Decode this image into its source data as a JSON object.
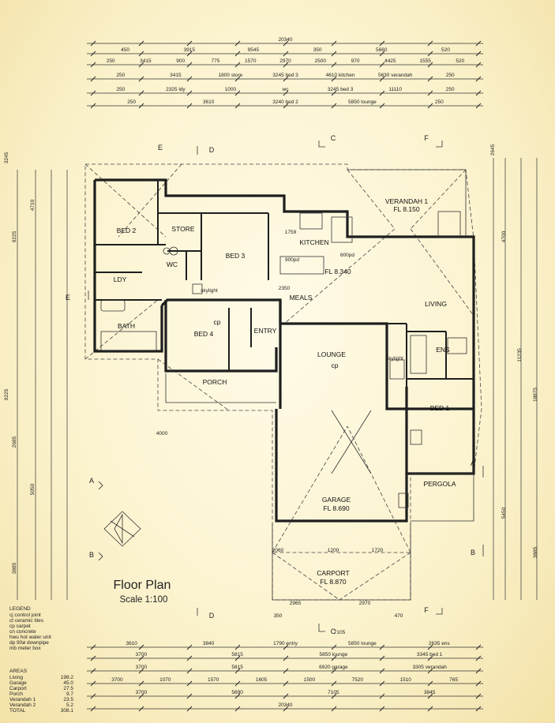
{
  "title": "Floor Plan",
  "scale": "Scale 1:100",
  "rooms": [
    {
      "id": "bed2",
      "label": "BED 2",
      "sub": ""
    },
    {
      "id": "store",
      "label": "STORE",
      "sub": ""
    },
    {
      "id": "bed3",
      "label": "BED 3",
      "sub": ""
    },
    {
      "id": "kitchen",
      "label": "KITCHEN",
      "sub": ""
    },
    {
      "id": "verandah1",
      "label": "VERANDAH 1",
      "sub": "FL 8.150"
    },
    {
      "id": "ldy",
      "label": "LDY",
      "sub": ""
    },
    {
      "id": "wc",
      "label": "WC",
      "sub": ""
    },
    {
      "id": "meals",
      "label": "MEALS",
      "sub": "FL 8.340"
    },
    {
      "id": "living",
      "label": "LIVING",
      "sub": ""
    },
    {
      "id": "bath",
      "label": "BATH",
      "sub": ""
    },
    {
      "id": "bed4",
      "label": "BED 4",
      "sub": "cp"
    },
    {
      "id": "entry",
      "label": "ENTRY",
      "sub": ""
    },
    {
      "id": "lounge",
      "label": "LOUNGE",
      "sub": "cp"
    },
    {
      "id": "ens",
      "label": "ENS",
      "sub": ""
    },
    {
      "id": "porch",
      "label": "PORCH",
      "sub": ""
    },
    {
      "id": "bed1",
      "label": "BED 1",
      "sub": ""
    },
    {
      "id": "pergola",
      "label": "PERGOLA",
      "sub": ""
    },
    {
      "id": "garage",
      "label": "GARAGE",
      "sub": "FL 8.690"
    },
    {
      "id": "carport",
      "label": "CARPORT",
      "sub": "FL 8.870"
    }
  ],
  "top_dims": [
    {
      "row": "overall",
      "items": [
        "20340"
      ]
    },
    {
      "row": "r1",
      "items": [
        "450",
        "3915",
        "9545",
        "350",
        "5660",
        "520"
      ]
    },
    {
      "row": "r2",
      "items": [
        "250",
        "3415",
        "900",
        "775",
        "1570",
        "2970",
        "2500",
        "970",
        "4425",
        "1555",
        "520"
      ]
    },
    {
      "row": "r3",
      "items": [
        "250",
        "3415",
        "1800 store",
        "3245 bed 3",
        "4610 kitchen",
        "5630 verandah",
        "250"
      ]
    },
    {
      "row": "r4",
      "items": [
        "250",
        "2325 ldy",
        "1000",
        "wc",
        "3245 bed 3",
        "11110",
        "250"
      ]
    },
    {
      "row": "r5",
      "items": [
        "250",
        "3610",
        "3240 bed 2",
        "5850 lounge",
        "250"
      ]
    }
  ],
  "bottom_dims": [
    {
      "row": "r1",
      "items": [
        "3610",
        "3840",
        "1790 entry",
        "5850 lounge",
        "2635 ens"
      ]
    },
    {
      "row": "r2",
      "items": [
        "3700",
        "5815",
        "5850 lounge",
        "3345 bed 1"
      ]
    },
    {
      "row": "r3",
      "items": [
        "3700",
        "5815",
        "6920 garage",
        "3305 verandah"
      ]
    },
    {
      "row": "r4",
      "items": [
        "3700",
        "1070",
        "1570",
        "1605",
        "1500",
        "7520",
        "1510",
        "765"
      ]
    },
    {
      "row": "r5",
      "items": [
        "3700",
        "5690",
        "7105",
        "3845"
      ]
    },
    {
      "row": "overall",
      "items": [
        "20340"
      ]
    }
  ],
  "side_dims_left": [
    "3245",
    "9225",
    "4710",
    "2685",
    "9225",
    "5050",
    "3885"
  ],
  "side_dims_right": [
    "2645",
    "4700",
    "11235",
    "18875",
    "5450",
    "3885"
  ],
  "legend": {
    "heading": "LEGEND",
    "items": [
      "cj    control joint",
      "ct    ceramic tiles",
      "cp    carpet",
      "cn    concrete",
      "hwu  hot water unit",
      "dp    90ø downpipe",
      "mb   meter box"
    ]
  },
  "areas": {
    "heading": "AREAS",
    "rows": [
      {
        "name": "Living",
        "value": "198.2"
      },
      {
        "name": "Garage",
        "value": "45.0"
      },
      {
        "name": "Carport",
        "value": "27.5"
      },
      {
        "name": "Porch",
        "value": "9.7"
      },
      {
        "name": "Verandah 1",
        "value": "23.5"
      },
      {
        "name": "Verandah 2",
        "value": "5.2"
      },
      {
        "name": "TOTAL",
        "value": "308.1"
      }
    ]
  },
  "section_letters": [
    "D",
    "C",
    "F",
    "D",
    "C",
    "F",
    "A",
    "B",
    "A",
    "B",
    "E",
    "E"
  ],
  "notes": [
    "skylight",
    "skylight",
    "2350",
    "1759",
    "900pd",
    "600pd",
    "4000",
    "2060",
    "1200",
    "1720",
    "2965",
    "2970",
    "7105",
    "350",
    "470"
  ]
}
